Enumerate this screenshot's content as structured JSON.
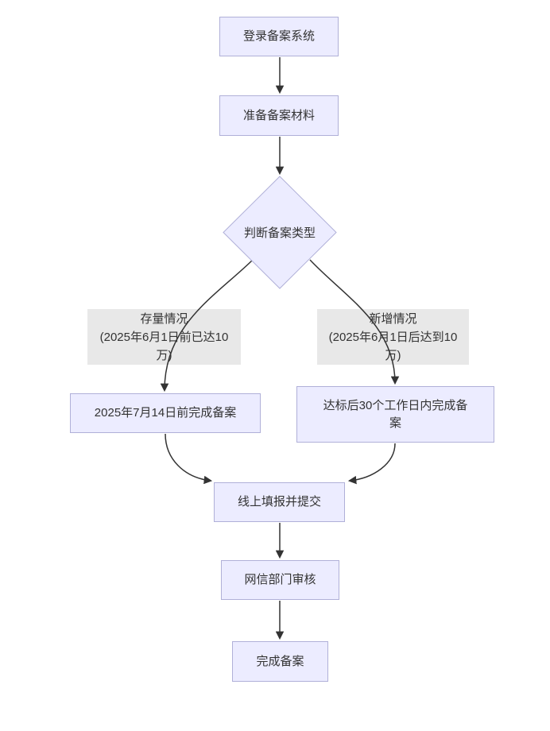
{
  "nodes": {
    "login": {
      "label": "登录备案系统"
    },
    "prepare": {
      "label": "准备备案材料"
    },
    "decision": {
      "label": "判断备案类型"
    },
    "existing_deadline": {
      "label": "2025年7月14日前完成备案"
    },
    "new_deadline": {
      "label": "达标后30个工作日内完成备案"
    },
    "submit": {
      "label": "线上填报并提交"
    },
    "review": {
      "label": "网信部门审核"
    },
    "complete": {
      "label": "完成备案"
    }
  },
  "edge_labels": {
    "existing": {
      "lines": [
        "存量情况",
        "(2025年6月1日前已达10",
        "万)"
      ]
    },
    "new": {
      "lines": [
        "新增情况",
        "(2025年6月1日后达到10",
        "万)"
      ]
    }
  },
  "colors": {
    "node_fill": "#ECECFF",
    "node_border": "#b0b0d8",
    "edge_line": "#333333",
    "edge_label_bg": "#e8e8e8",
    "text": "#333333",
    "background": "#ffffff"
  }
}
